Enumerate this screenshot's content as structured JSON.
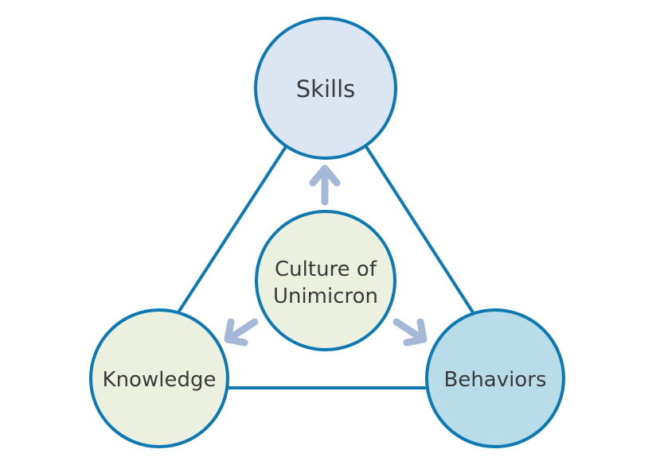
{
  "nodes": {
    "skills": {
      "label": "Skills",
      "fill": "#dce6f2"
    },
    "knowledge": {
      "label": "Knowledge",
      "fill": "#ebf1de"
    },
    "behaviors": {
      "label": "Behaviors",
      "fill": "#b8dde8"
    },
    "center": {
      "line1": "Culture of",
      "line2": "Unimicron",
      "fill": "#ebf1de"
    }
  },
  "colors": {
    "stroke": "#0e78b3",
    "arrow": "#a6b8d8"
  }
}
